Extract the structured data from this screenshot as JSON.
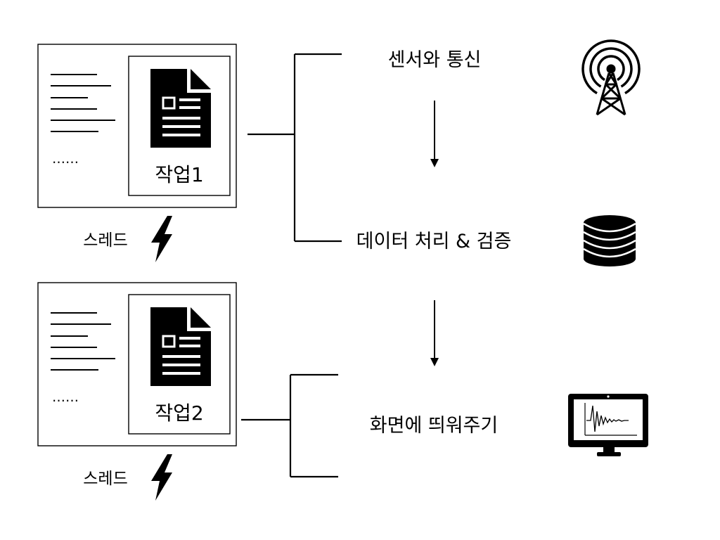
{
  "threads": [
    {
      "task_label": "작업1",
      "thread_label": "스레드",
      "ellipsis": "……"
    },
    {
      "task_label": "작업2",
      "thread_label": "스레드",
      "ellipsis": "……"
    }
  ],
  "steps": [
    {
      "label": "센서와 통신",
      "icon": "radio-tower-icon"
    },
    {
      "label": "데이터 처리 & 검증",
      "icon": "database-icon"
    },
    {
      "label": "화면에 띄워주기",
      "icon": "monitor-chart-icon"
    }
  ],
  "icons": {
    "task": "document-icon",
    "thread": "lightning-icon"
  },
  "colors": {
    "stroke": "#000000",
    "background": "#ffffff"
  }
}
